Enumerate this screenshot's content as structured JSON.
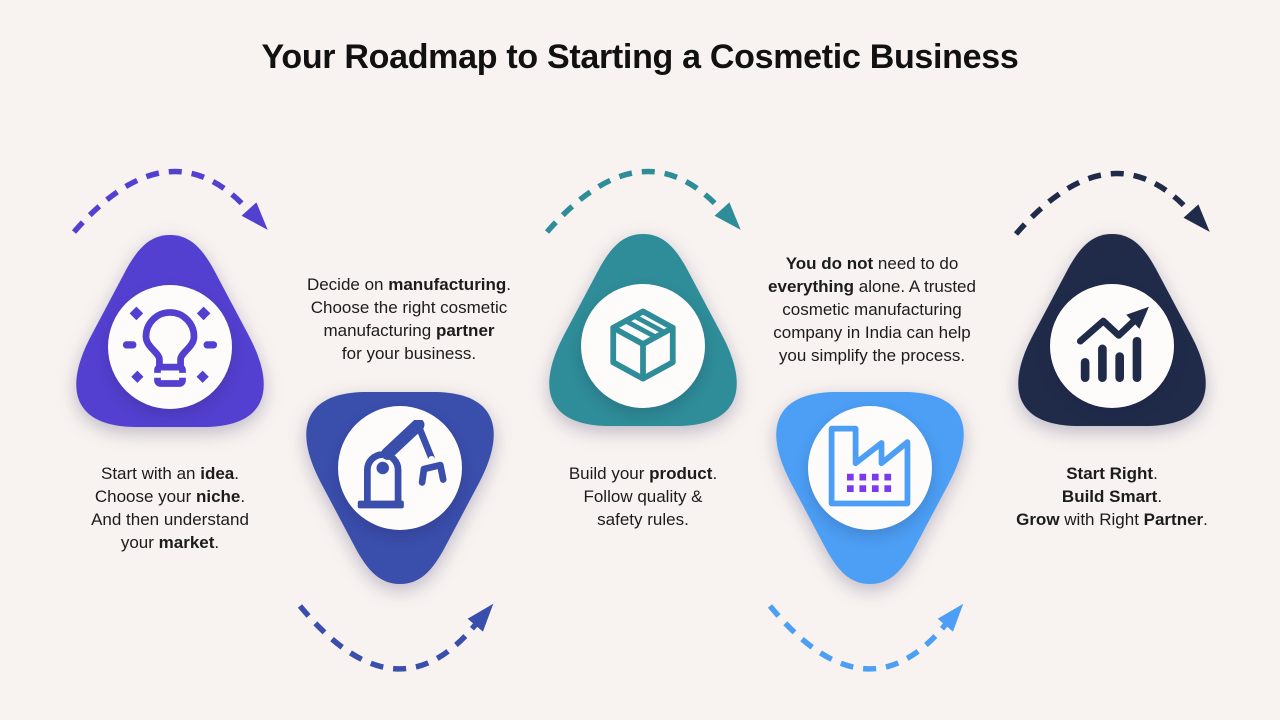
{
  "title": "Your Roadmap to Starting a Cosmetic Business",
  "background_color": "#F8F3F0",
  "text_color": "#1C1C1C",
  "steps": [
    {
      "name": "idea",
      "icon": "lightbulb-icon",
      "color": "#5340D0",
      "shape": "rounded-triangle-up",
      "description_segments": [
        {
          "t": "Start with an "
        },
        {
          "t": "idea",
          "b": true
        },
        {
          "t": "."
        },
        {
          "br": true
        },
        {
          "t": "Choose your "
        },
        {
          "t": "niche",
          "b": true
        },
        {
          "t": "."
        },
        {
          "br": true
        },
        {
          "t": "And then understand"
        },
        {
          "br": true
        },
        {
          "t": "your "
        },
        {
          "t": "market",
          "b": true
        },
        {
          "t": "."
        }
      ]
    },
    {
      "name": "manufacturing",
      "icon": "robotic-arm-icon",
      "color": "#3A4EAC",
      "shape": "rounded-triangle-down",
      "description_segments": [
        {
          "t": "Decide on "
        },
        {
          "t": "manufacturing",
          "b": true
        },
        {
          "t": "."
        },
        {
          "br": true
        },
        {
          "t": "Choose the right cosmetic"
        },
        {
          "br": true
        },
        {
          "t": "manufacturing "
        },
        {
          "t": "partner",
          "b": true
        },
        {
          "br": true
        },
        {
          "t": "for your business."
        }
      ]
    },
    {
      "name": "product",
      "icon": "package-box-icon",
      "color": "#2E8D98",
      "shape": "rounded-triangle-up",
      "description_segments": [
        {
          "t": "Build your "
        },
        {
          "t": "product",
          "b": true
        },
        {
          "t": "."
        },
        {
          "br": true
        },
        {
          "t": "Follow quality &"
        },
        {
          "br": true
        },
        {
          "t": "safety rules."
        }
      ]
    },
    {
      "name": "partner-support",
      "icon": "factory-icon",
      "color": "#4C9FF5",
      "accent_color": "#7C3AED",
      "shape": "rounded-triangle-down",
      "description_segments": [
        {
          "t": "You do not",
          "b": true
        },
        {
          "t": " need to do"
        },
        {
          "br": true
        },
        {
          "t": "everything",
          "b": true
        },
        {
          "t": " alone. A trusted"
        },
        {
          "br": true
        },
        {
          "t": "cosmetic manufacturing"
        },
        {
          "br": true
        },
        {
          "t": "company in India can help"
        },
        {
          "br": true
        },
        {
          "t": "you simplify the process."
        }
      ]
    },
    {
      "name": "growth",
      "icon": "growth-chart-icon",
      "color": "#202B4A",
      "shape": "rounded-triangle-up",
      "description_segments": [
        {
          "t": "Start Right",
          "b": true
        },
        {
          "t": "."
        },
        {
          "br": true
        },
        {
          "t": "Build Smart",
          "b": true
        },
        {
          "t": "."
        },
        {
          "br": true
        },
        {
          "t": "Grow",
          "b": true
        },
        {
          "t": " with Right "
        },
        {
          "t": "Partner",
          "b": true
        },
        {
          "t": "."
        }
      ]
    }
  ],
  "connectors": [
    {
      "type": "arc-over",
      "color": "#5340D0"
    },
    {
      "type": "arc-under",
      "color": "#3A4EAC"
    },
    {
      "type": "arc-over",
      "color": "#2E8D98"
    },
    {
      "type": "arc-under",
      "color": "#4C9FF5"
    },
    {
      "type": "arc-over",
      "color": "#202B4A"
    }
  ]
}
